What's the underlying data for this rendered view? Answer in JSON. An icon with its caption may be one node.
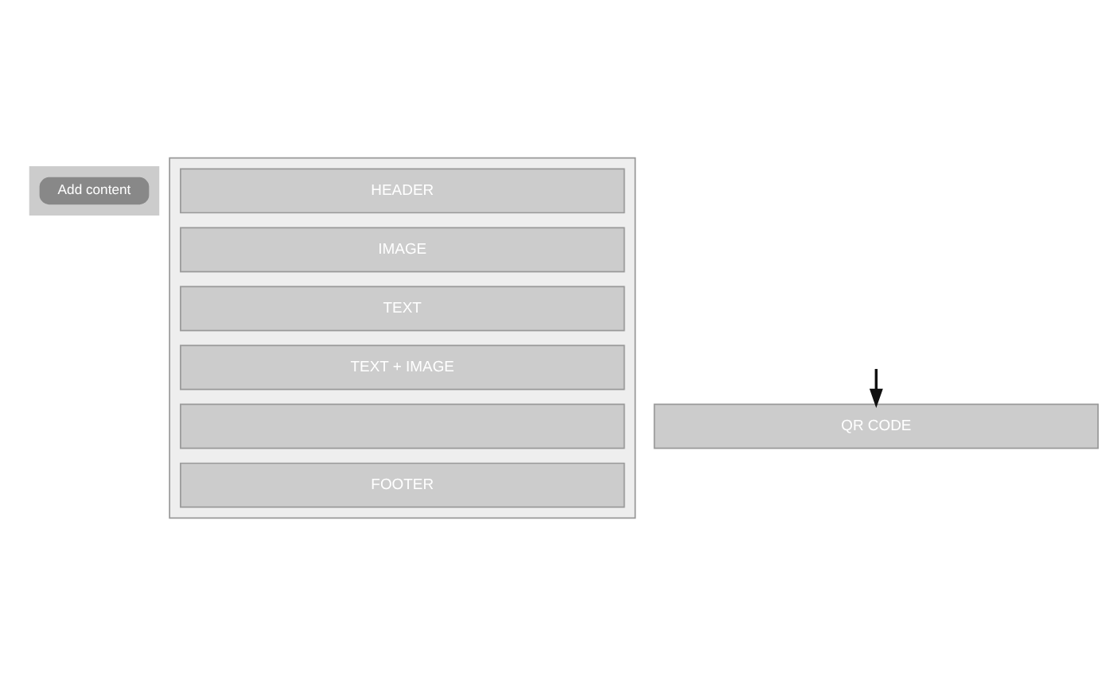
{
  "diagram": {
    "nodes": [
      {
        "text": [],
        "shape": "box"
      },
      {
        "text": [
          "Add content"
        ],
        "in": 0
      },
      {
        "text": [],
        "shape": "box"
      },
      {
        "text": [
          "HEADER"
        ],
        "in": 2
      },
      {
        "text": [
          "IMAGE"
        ],
        "in": 2
      },
      {
        "text": [
          "TEXT"
        ],
        "in": 2
      },
      {
        "text": [
          "TEXT + IMAGE"
        ],
        "in": 2
      },
      {
        "text": [],
        "shape": "box",
        "in": 2
      },
      {
        "text": [
          "QR CODE"
        ]
      },
      {
        "text": [
          "FOOTER"
        ],
        "in": 2
      }
    ],
    "edges": [
      {
        "from": null,
        "to": 8,
        "arrow": "to"
      }
    ]
  }
}
